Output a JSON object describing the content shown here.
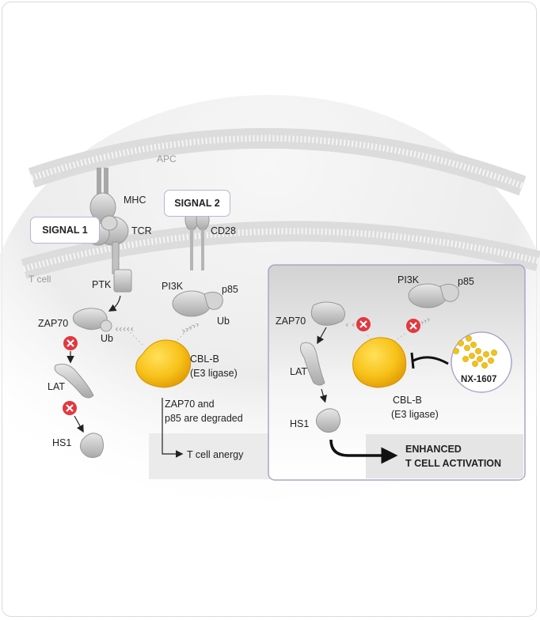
{
  "labels": {
    "apc": "APC",
    "tcell": "T cell",
    "mhc": "MHC",
    "tcr": "TCR",
    "signal1": "SIGNAL 1",
    "signal2": "SIGNAL 2",
    "cd28": "CD28",
    "ptk": "PTK",
    "pi3k": "PI3K",
    "p85": "p85",
    "zap70": "ZAP70",
    "ub": "Ub",
    "lat": "LAT",
    "hs1": "HS1",
    "cblb": "CBL-B",
    "e3": "(E3 ligase)",
    "degraded_1": "ZAP70 and",
    "degraded_2": "p85 are degraded",
    "anergy": "T cell anergy",
    "nx1607": "NX-1607",
    "enhanced_1": "ENHANCED",
    "enhanced_2": "T CELL ACTIVATION"
  },
  "colors": {
    "membrane": "#e3e3e3",
    "protein": "#c8c8c8",
    "cblb": "#f7c21b",
    "inhibit_x": "#e2383f",
    "signal_border": "#b9b6d3",
    "inset_border": "#a9a6c9"
  }
}
